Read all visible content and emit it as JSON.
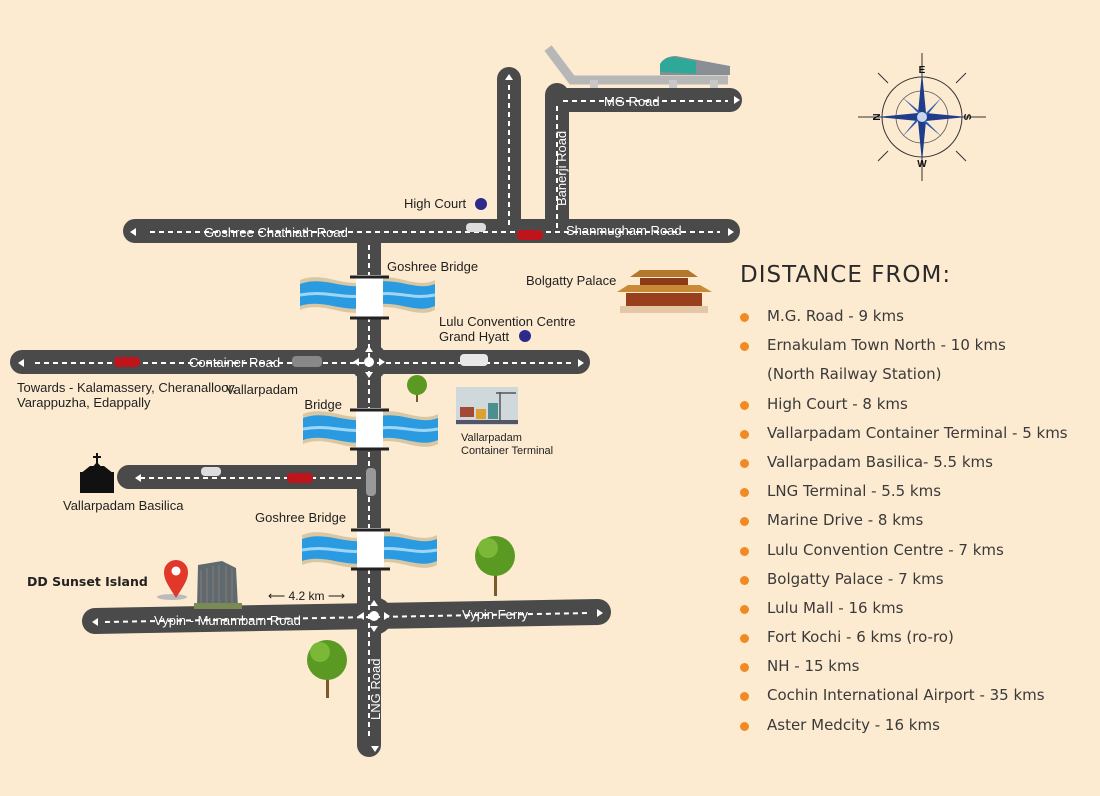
{
  "roads": {
    "goshree_chathiath": "Goshree Chathiath Road",
    "shanmugham": "Shanmugham Road",
    "mg_road": "MG Road",
    "banerji": "Banerji Road",
    "container": "Container Road",
    "vypin_munambam": "Vypin - Munambam Road",
    "vypin_ferry": "Vypin Ferry",
    "lng": "LNG Road"
  },
  "places": {
    "high_court": "High Court",
    "goshree_bridge_1": "Goshree Bridge",
    "bolgatty": "Bolgatty Palace",
    "lulu_1": "Lulu Convention Centre",
    "lulu_2": "Grand Hyatt",
    "towards_1": "Towards - Kalamassery, Cheranalloor,",
    "towards_2": "Varappuzha, Edappally",
    "vallarpadam_bridge_1": "Vallarpadam",
    "vallarpadam_bridge_2": "Bridge",
    "terminal_1": "Vallarpadam",
    "terminal_2": "Container Terminal",
    "basilica": "Vallarpadam Basilica",
    "goshree_bridge_2": "Goshree Bridge",
    "project": "DD Sunset Island",
    "distance_marker": "⟵ 4.2 km ⟶"
  },
  "compass": {
    "n": "N",
    "e": "E",
    "s": "S",
    "w": "W"
  },
  "distances": {
    "title": "DISTANCE FROM:",
    "items": [
      "M.G. Road - 9 kms",
      "Ernakulam Town North - 10 kms",
      "(North Railway Station)",
      "High Court - 8 kms",
      "Vallarpadam Container Terminal -  5 kms",
      "Vallarpadam Basilica- 5.5 kms",
      "LNG Terminal - 5.5 kms",
      "Marine Drive - 8 kms",
      "Lulu Convention Centre - 7 kms",
      "Bolgatty Palace - 7 kms",
      "Lulu Mall - 16 kms",
      "Fort Kochi - 6 kms (ro-ro)",
      "NH - 15 kms",
      "Cochin International Airport - 35 kms",
      "Aster Medcity - 16 kms"
    ]
  },
  "colors": {
    "background": "#fdebd1",
    "road": "#4a4a4a",
    "bullet": "#f08a24",
    "water": "#2a9be0",
    "pin": "#e0392b",
    "marker": "#2e2a8c"
  }
}
